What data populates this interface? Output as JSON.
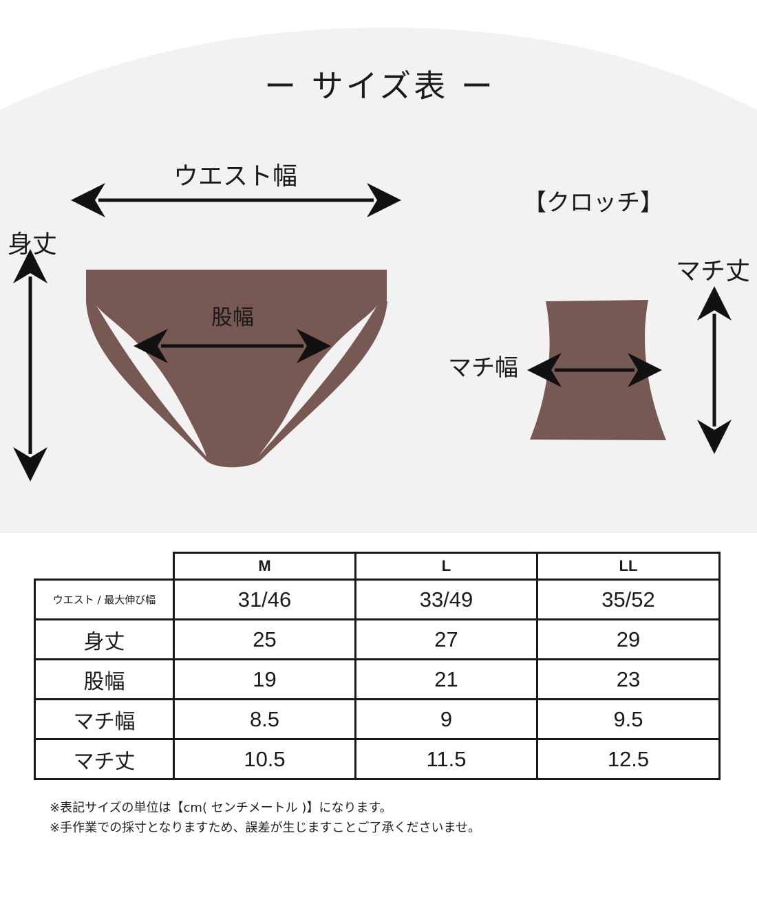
{
  "colors": {
    "background_panel": "#f2f2f2",
    "garment": "#775852",
    "arrow": "#111111",
    "text": "#1a1a1a"
  },
  "diagram": {
    "title": "ー サイズ表 ー",
    "waist_label": "ウエスト幅",
    "body_length_label": "身丈",
    "crotch_width_label": "股幅",
    "crotch_section_label": "【クロッチ】",
    "gusset_length_label": "マチ丈",
    "gusset_width_label": "マチ幅"
  },
  "table": {
    "columns": [
      "M",
      "L",
      "LL"
    ],
    "rows": [
      {
        "label": "ウエスト / 最大伸び幅",
        "values": [
          "31/46",
          "33/49",
          "35/52"
        ]
      },
      {
        "label": "身丈",
        "values": [
          "25",
          "27",
          "29"
        ]
      },
      {
        "label": "股幅",
        "values": [
          "19",
          "21",
          "23"
        ]
      },
      {
        "label": "マチ幅",
        "values": [
          "8.5",
          "9",
          "9.5"
        ]
      },
      {
        "label": "マチ丈",
        "values": [
          "10.5",
          "11.5",
          "12.5"
        ]
      }
    ]
  },
  "notes": [
    "※表記サイズの単位は【cm( センチメートル )】になります。",
    "※手作業での採寸となりますため、誤差が生じますことご了承くださいませ。"
  ]
}
